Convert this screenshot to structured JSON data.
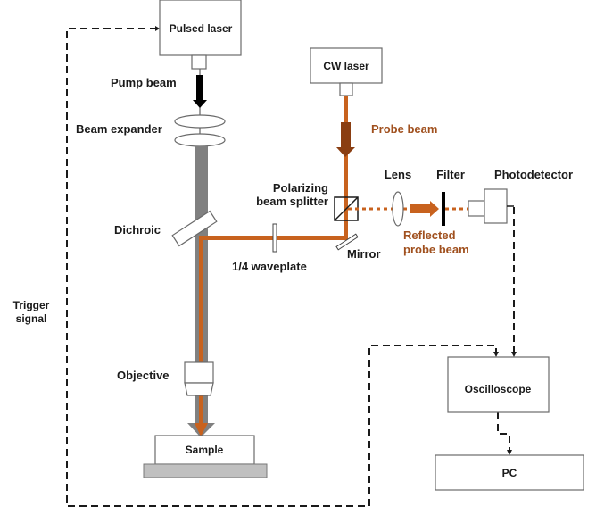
{
  "diagram": {
    "title": "Pump-probe optical setup",
    "components": {
      "pulsed_laser": "Pulsed laser",
      "cw_laser": "CW laser",
      "oscilloscope": "Oscilloscope",
      "pc": "PC",
      "sample": "Sample"
    },
    "labels": {
      "pump_beam": "Pump beam",
      "probe_beam": "Probe beam",
      "beam_expander": "Beam expander",
      "dichroic": "Dichroic",
      "objective": "Objective",
      "polarizing_line1": "Polarizing",
      "polarizing_line2": "beam splitter",
      "waveplate": "1/4 waveplate",
      "mirror": "Mirror",
      "lens": "Lens",
      "filter": "Filter",
      "photodetector": "Photodetector",
      "reflected_line1": "Reflected",
      "reflected_line2": "probe beam",
      "trigger_line1": "Trigger",
      "trigger_line2": "signal"
    },
    "colors": {
      "probe": "#c8621e",
      "probe_arrow": "#8a3e12",
      "probe_text": "#a0501e",
      "pump_beam": "#808080",
      "pump_arrow": "#000000",
      "stage": "#c0c0c0"
    }
  }
}
